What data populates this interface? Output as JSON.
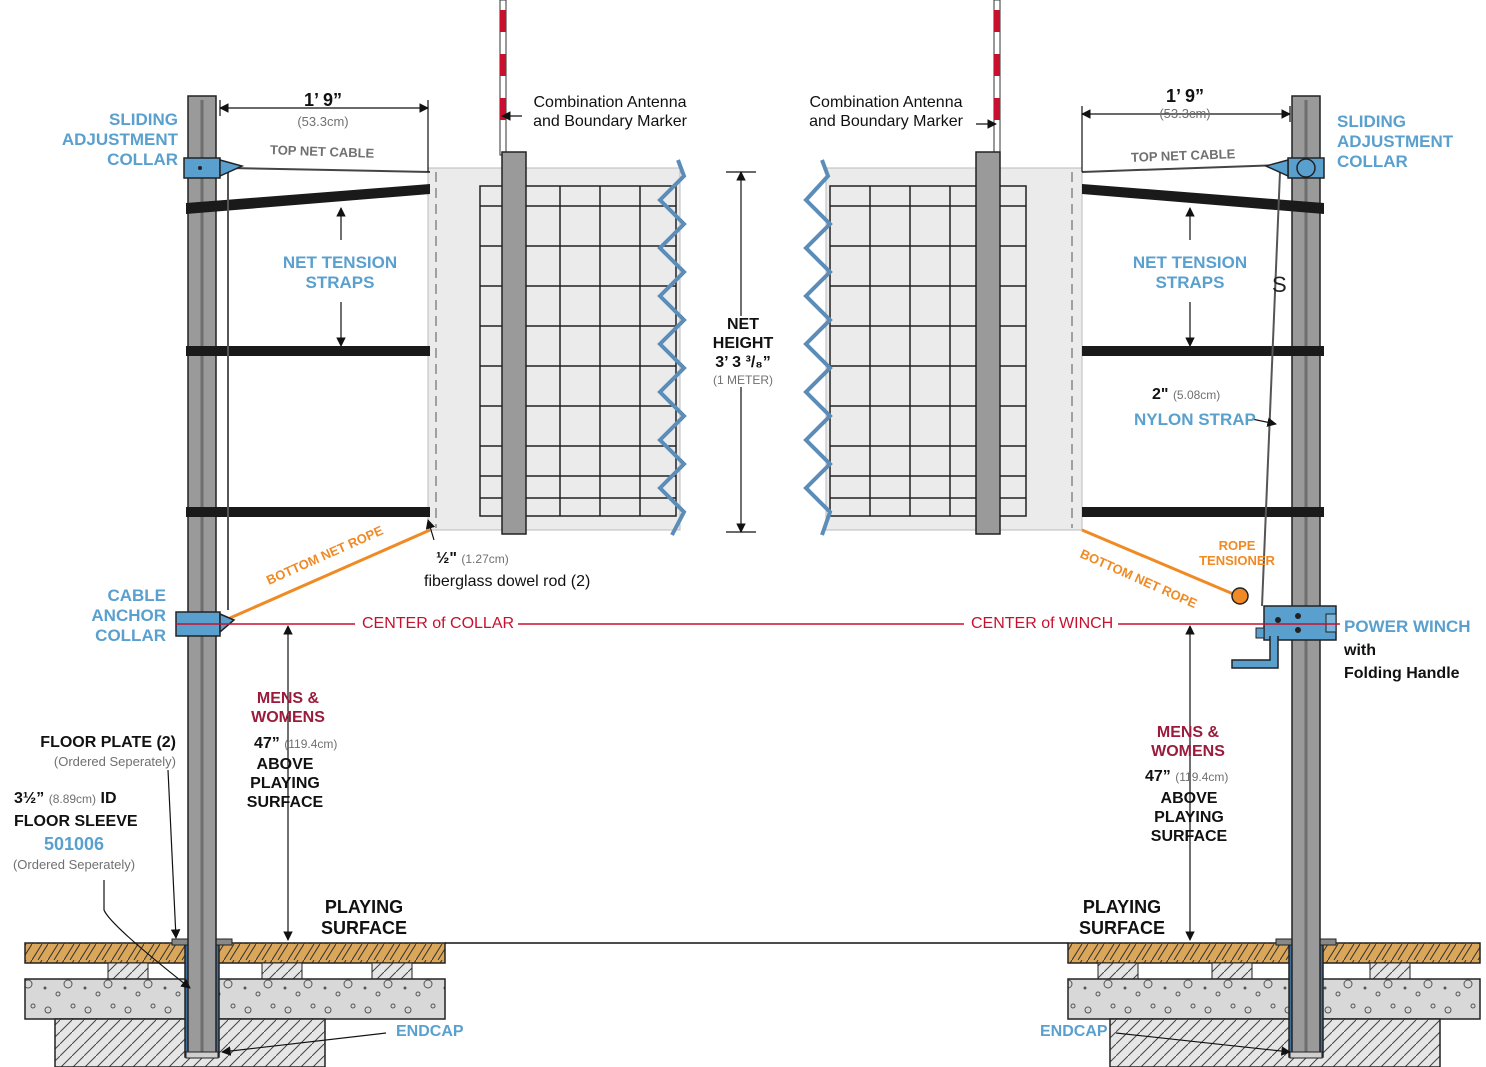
{
  "colors": {
    "accent_blue": "#5aa0cf",
    "center_red": "#c8102e",
    "height_maroon": "#9b1b3c",
    "rope_orange": "#f08a24",
    "strap_black": "#1a1a1a"
  },
  "left": {
    "sliding_collar": [
      "SLIDING",
      "ADJUSTMENT",
      "COLLAR"
    ],
    "width_dim": "1’ 9”",
    "width_dim_metric": "(53.3cm)",
    "top_cable": "TOP NET CABLE",
    "tension_straps": [
      "NET TENSION",
      "STRAPS"
    ],
    "bottom_rope": "BOTTOM NET ROPE",
    "cable_anchor": [
      "CABLE",
      "ANCHOR",
      "COLLAR"
    ],
    "center_label": "CENTER of COLLAR",
    "mens_womens": [
      "MENS &",
      "WOMENS"
    ],
    "height_value": "47”",
    "height_metric": "(119.4cm)",
    "above": [
      "ABOVE",
      "PLAYING",
      "SURFACE"
    ],
    "floor_plate": "FLOOR PLATE (2)",
    "ordered_sep_1": "(Ordered Seperately)",
    "sleeve_size": "3½”",
    "sleeve_metric": "(8.89cm)",
    "sleeve_id": "ID",
    "floor_sleeve": "FLOOR SLEEVE",
    "sleeve_part": "501006",
    "ordered_sep_2": "(Ordered Seperately)",
    "playing_surface": [
      "PLAYING",
      "SURFACE"
    ],
    "endcap": "ENDCAP"
  },
  "center": {
    "antenna_left": [
      "Combination Antenna",
      "and Boundary Marker"
    ],
    "antenna_right": [
      "Combination Antenna",
      "and Boundary Marker"
    ],
    "net_height": [
      "NET",
      "HEIGHT"
    ],
    "net_height_value": "3’ 3 ³/₈”",
    "net_height_metric": "(1 METER)",
    "dowel_size": "½\"",
    "dowel_metric": "(1.27cm)",
    "dowel_label": "fiberglass dowel rod (2)"
  },
  "right": {
    "sliding_collar": [
      "SLIDING",
      "ADJUSTMENT",
      "COLLAR"
    ],
    "width_dim": "1’ 9”",
    "width_dim_metric": "(53.3cm)",
    "top_cable": "TOP NET CABLE",
    "tension_straps": [
      "NET TENSION",
      "STRAPS"
    ],
    "strap_size": "2\"",
    "strap_metric": "(5.08cm)",
    "nylon_strap": "NYLON STRAP",
    "rope_tensioner": [
      "ROPE",
      "TENSIONER"
    ],
    "bottom_rope": "BOTTOM NET ROPE",
    "center_label": "CENTER of WINCH",
    "power_winch": "POWER WINCH",
    "with_label": "with",
    "folding_handle": "Folding Handle",
    "mens_womens": [
      "MENS &",
      "WOMENS"
    ],
    "height_value": "47”",
    "height_metric": "(119.4cm)",
    "above": [
      "ABOVE",
      "PLAYING",
      "SURFACE"
    ],
    "playing_surface": [
      "PLAYING",
      "SURFACE"
    ],
    "endcap": "ENDCAP"
  }
}
